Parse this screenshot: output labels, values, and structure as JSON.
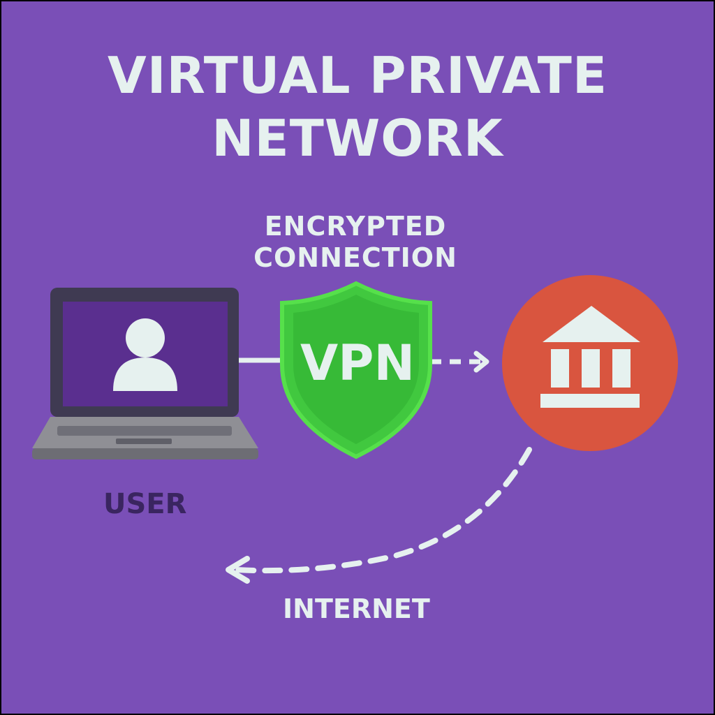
{
  "title": {
    "line1": "VIRTUAL PRIVATE",
    "line2": "NETWORK"
  },
  "connection_label": {
    "line1": "ENCRYPTED",
    "line2": "CONNECTION"
  },
  "shield": {
    "label": "VPN",
    "icon": "shield-icon",
    "color": "#3ec43e"
  },
  "user": {
    "label": "USER",
    "icon": "laptop-user-icon"
  },
  "destination": {
    "icon": "bank-building-icon",
    "color": "#d9553f"
  },
  "internet": {
    "label": "INTERNET"
  },
  "colors": {
    "background": "#7a4fb7",
    "text": "#e6f1ef",
    "user_label": "#3a2560"
  }
}
